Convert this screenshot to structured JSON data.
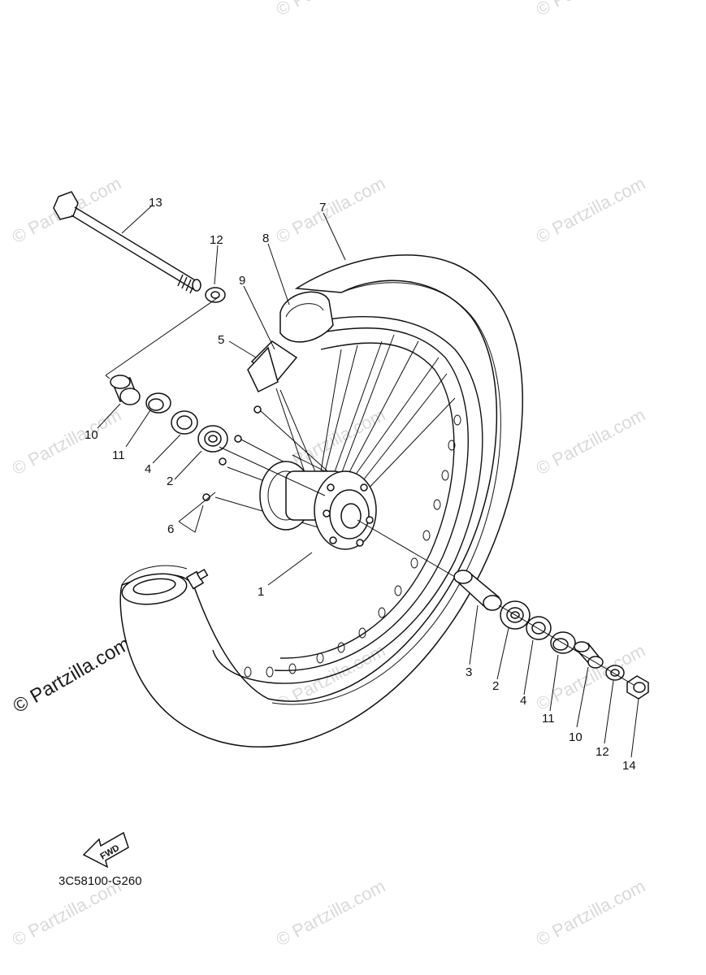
{
  "watermark": {
    "text": "© Partzilla.com",
    "corner_text": "© Partzilla.com"
  },
  "diagram_code": "3C58100-G260",
  "fwd_label": "FWD",
  "callouts": {
    "c13": "13",
    "c12a": "12",
    "c7": "7",
    "c8": "8",
    "c9": "9",
    "c5": "5",
    "c10a": "10",
    "c11a": "11",
    "c4a": "4",
    "c2a": "2",
    "c6": "6",
    "c1": "1",
    "c3": "3",
    "c2b": "2",
    "c4b": "4",
    "c11b": "11",
    "c10b": "10",
    "c12b": "12",
    "c14": "14"
  },
  "colors": {
    "line": "#111111",
    "watermark": "#d9d9d9"
  }
}
